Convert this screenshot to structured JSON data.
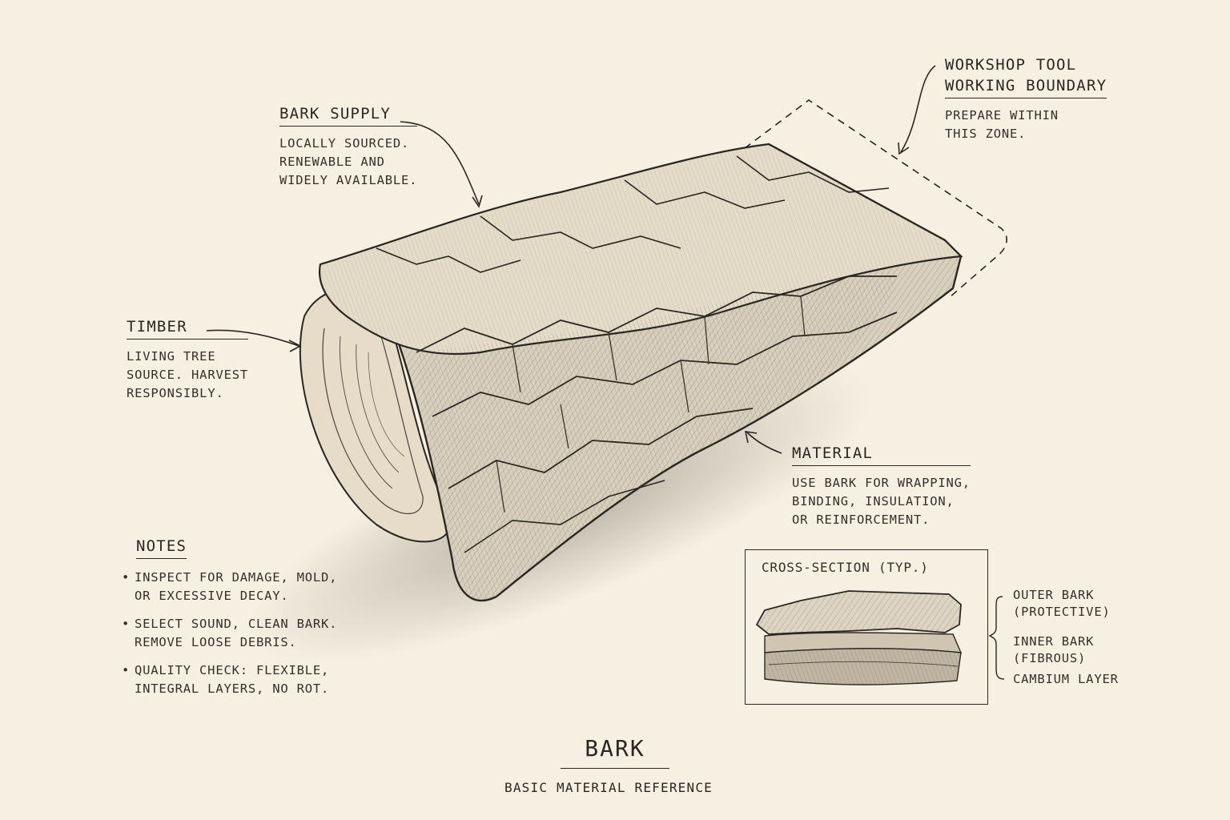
{
  "callouts": {
    "bark_supply": {
      "heading": "BARK SUPPLY",
      "lines": [
        "LOCALLY SOURCED.",
        "RENEWABLE AND",
        "WIDELY AVAILABLE."
      ]
    },
    "workshop": {
      "heading_lines": [
        "WORKSHOP TOOL",
        "WORKING BOUNDARY"
      ],
      "lines": [
        "PREPARE WITHIN",
        "THIS ZONE."
      ]
    },
    "timber": {
      "heading": "TIMBER",
      "lines": [
        "LIVING TREE",
        "SOURCE. HARVEST",
        "RESPONSIBLY."
      ]
    },
    "material": {
      "heading": "MATERIAL",
      "lines": [
        "USE BARK FOR WRAPPING,",
        "BINDING, INSULATION,",
        "OR REINFORCEMENT."
      ]
    }
  },
  "notes": {
    "heading": "NOTES",
    "items": [
      [
        "INSPECT FOR DAMAGE, MOLD,",
        "OR EXCESSIVE DECAY."
      ],
      [
        "SELECT SOUND, CLEAN BARK.",
        "REMOVE LOOSE DEBRIS."
      ],
      [
        "QUALITY CHECK: FLEXIBLE,",
        "INTEGRAL LAYERS, NO ROT."
      ]
    ]
  },
  "cross_section": {
    "title": "CROSS-SECTION (TYP.)",
    "layers": [
      [
        "OUTER BARK",
        "(PROTECTIVE)"
      ],
      [
        "INNER BARK",
        "(FIBROUS)"
      ],
      [
        "CAMBIUM LAYER"
      ]
    ]
  },
  "footer": {
    "title": "BARK",
    "subtitle": "BASIC MATERIAL REFERENCE"
  },
  "colors": {
    "background": "#f6f0e2",
    "ink": "#2a2622",
    "bark_light": "#ddd4c2",
    "bark_dark": "#6d655a"
  }
}
